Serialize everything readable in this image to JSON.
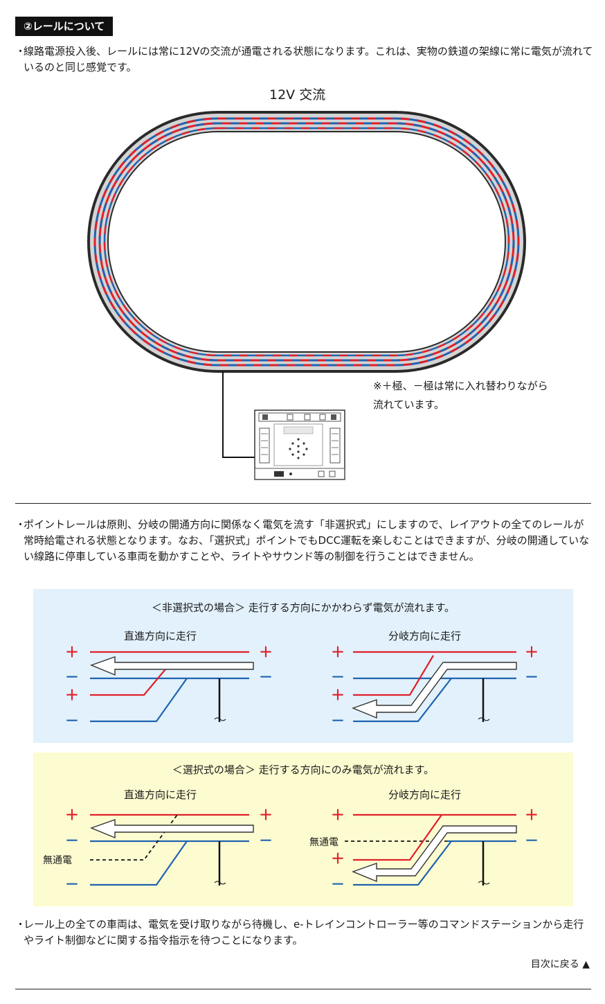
{
  "section": {
    "title": "②レールについて"
  },
  "intro": {
    "bullet": "・",
    "text": "線路電源投入後、レールには常に12Vの交流が通電される状態になります。これは、実物の鉄道の架線に常に電気が流れているのと同じ感覚です。"
  },
  "oval_diagram": {
    "title": "12V 交流",
    "note_line1": "※＋極、－極は常に入れ替わりながら",
    "note_line2": "流れています。",
    "colors": {
      "positive": "#e0202a",
      "negative": "#1f63b0",
      "rail_bed": "#d4d4d4"
    }
  },
  "points_para": {
    "bullet": "・",
    "text": "ポイントレールは原則、分岐の開通方向に関係なく電気を流す「非選択式」にしますので、レイアウトの全てのレールが常時給電される状態となります。なお、「選択式」ポイントでもDCC運転を楽しむことはできますが、分岐の開通していない線路に停車している車両を動かすことや、ライトやサウンド等の制御を行うことはできません。"
  },
  "non_selective": {
    "heading": "＜非選択式の場合＞ 走行する方向にかかわらず電気が流れます。",
    "left_label": "直進方向に走行",
    "right_label": "分岐方向に走行",
    "plus": "＋",
    "minus": "－",
    "bg": "#e2f1fb"
  },
  "selective": {
    "heading": "＜選択式の場合＞ 走行する方向にのみ電気が流れます。",
    "left_label": "直進方向に走行",
    "right_label": "分岐方向に走行",
    "no_power": "無通電",
    "plus": "＋",
    "minus": "－",
    "bg": "#fdfbd0"
  },
  "closing": {
    "bullet": "・",
    "text": "レール上の全ての車両は、電気を受け取りながら待機し、e-トレインコントローラー等のコマンドステーションから走行やライト制御などに関する指令指示を待つことになります。"
  },
  "footer": {
    "back_link": "目次に戻る ▲"
  }
}
